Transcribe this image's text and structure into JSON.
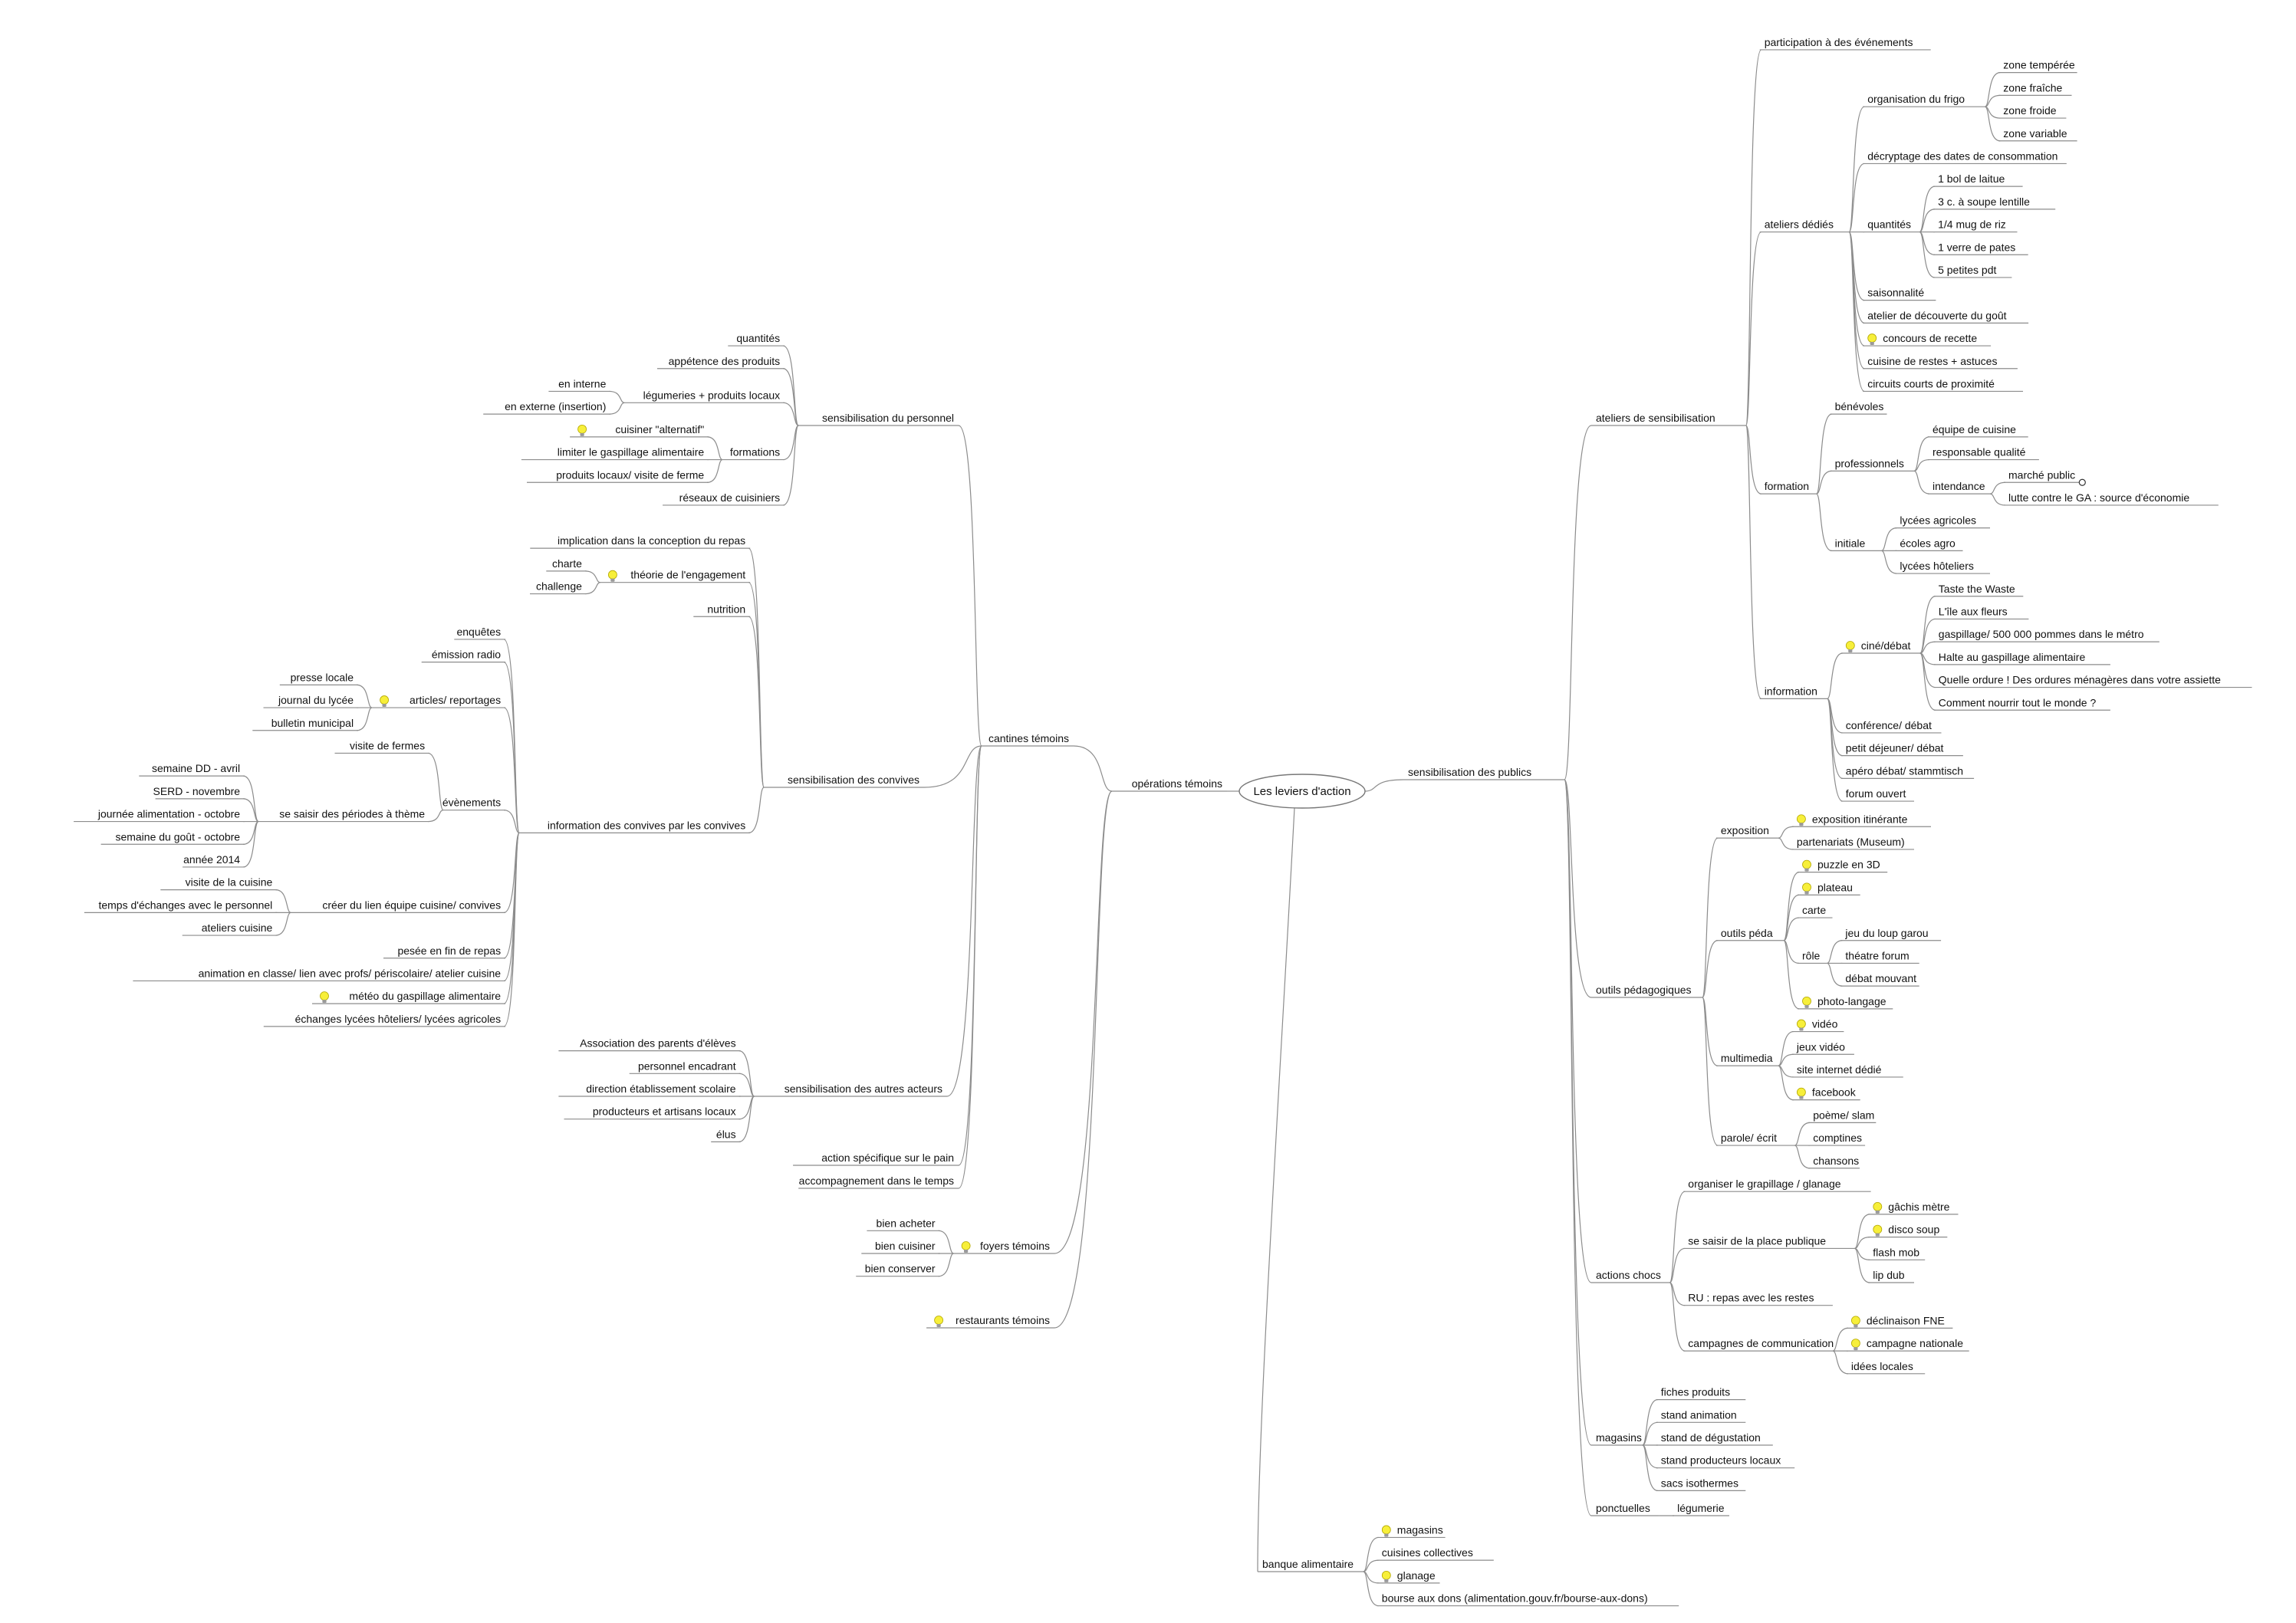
{
  "root": "Les leviers d'action",
  "left": [
    {
      "label": "opérations témoins",
      "children": [
        {
          "label": "cantines témoins",
          "children": [
            {
              "label": "sensibilisation du personnel",
              "children": [
                {
                  "label": "quantités"
                },
                {
                  "label": "appétence des produits"
                },
                {
                  "label": "légumeries + produits locaux",
                  "children": [
                    {
                      "label": "en interne"
                    },
                    {
                      "label": "en externe (insertion)"
                    }
                  ]
                },
                {
                  "label": "formations",
                  "children": [
                    {
                      "label": "cuisiner \"alternatif\"",
                      "icon": "lightbulb-icon"
                    },
                    {
                      "label": "limiter le gaspillage alimentaire"
                    },
                    {
                      "label": "produits locaux/ visite de ferme"
                    }
                  ]
                },
                {
                  "label": "réseaux de cuisiniers"
                }
              ]
            },
            {
              "label": "sensibilisation des convives",
              "children": [
                {
                  "label": "implication dans la conception du repas"
                },
                {
                  "label": "théorie de l'engagement",
                  "icon": "lightbulb-icon",
                  "children": [
                    {
                      "label": "charte"
                    },
                    {
                      "label": "challenge"
                    }
                  ]
                },
                {
                  "label": "nutrition"
                },
                {
                  "label": "information des convives par les convives",
                  "children": [
                    {
                      "label": "enquêtes"
                    },
                    {
                      "label": "émission radio"
                    },
                    {
                      "label": "articles/ reportages",
                      "icon": "lightbulb-icon",
                      "children": [
                        {
                          "label": "presse locale"
                        },
                        {
                          "label": "journal du lycée"
                        },
                        {
                          "label": "bulletin municipal"
                        }
                      ]
                    },
                    {
                      "label": "évènements",
                      "children": [
                        {
                          "label": "visite de fermes"
                        },
                        {
                          "label": "se saisir des périodes à thème",
                          "children": [
                            {
                              "label": "semaine DD - avril"
                            },
                            {
                              "label": "SERD - novembre"
                            },
                            {
                              "label": "journée alimentation - octobre"
                            },
                            {
                              "label": "semaine du goût - octobre"
                            },
                            {
                              "label": "année 2014"
                            }
                          ]
                        }
                      ]
                    },
                    {
                      "label": "créer du lien équipe cuisine/ convives",
                      "children": [
                        {
                          "label": "visite de la cuisine"
                        },
                        {
                          "label": "temps d'échanges avec le personnel"
                        },
                        {
                          "label": "ateliers cuisine"
                        }
                      ]
                    },
                    {
                      "label": "pesée en fin de repas"
                    },
                    {
                      "label": "animation en classe/ lien avec profs/ périscolaire/ atelier cuisine"
                    },
                    {
                      "label": "météo du gaspillage alimentaire",
                      "icon": "lightbulb-icon"
                    },
                    {
                      "label": "échanges lycées hôteliers/ lycées agricoles"
                    }
                  ]
                }
              ]
            },
            {
              "label": "sensibilisation des autres acteurs",
              "children": [
                {
                  "label": "Association des parents d'élèves"
                },
                {
                  "label": "personnel encadrant"
                },
                {
                  "label": "direction établissement scolaire"
                },
                {
                  "label": "producteurs  et artisans locaux"
                },
                {
                  "label": "élus"
                }
              ]
            },
            {
              "label": "action spécifique sur le pain"
            },
            {
              "label": "accompagnement dans le temps"
            }
          ]
        },
        {
          "label": "foyers témoins",
          "icon": "lightbulb-icon",
          "children": [
            {
              "label": "bien acheter"
            },
            {
              "label": "bien cuisiner"
            },
            {
              "label": "bien conserver"
            }
          ]
        },
        {
          "label": "restaurants témoins",
          "icon": "lightbulb-icon"
        }
      ]
    }
  ],
  "right": [
    {
      "label": "sensibilisation des publics",
      "children": [
        {
          "label": "ateliers de sensibilisation",
          "children": [
            {
              "label": "participation à des événements"
            },
            {
              "label": "ateliers dédiés",
              "children": [
                {
                  "label": "organisation du frigo",
                  "children": [
                    {
                      "label": "zone tempérée"
                    },
                    {
                      "label": "zone fraîche"
                    },
                    {
                      "label": "zone froide"
                    },
                    {
                      "label": "zone variable"
                    }
                  ]
                },
                {
                  "label": "décryptage des dates de consommation"
                },
                {
                  "label": "quantités",
                  "children": [
                    {
                      "label": "1 bol de laitue"
                    },
                    {
                      "label": "3 c. à soupe lentille"
                    },
                    {
                      "label": "1/4 mug de riz"
                    },
                    {
                      "label": "1 verre de pates"
                    },
                    {
                      "label": "5 petites pdt"
                    }
                  ]
                },
                {
                  "label": "saisonnalité"
                },
                {
                  "label": "atelier de découverte du goût"
                },
                {
                  "label": "concours de recette",
                  "icon": "lightbulb-icon"
                },
                {
                  "label": "cuisine de restes + astuces"
                },
                {
                  "label": "circuits courts de proximité"
                }
              ]
            },
            {
              "label": "formation",
              "children": [
                {
                  "label": "bénévoles"
                },
                {
                  "label": "professionnels",
                  "children": [
                    {
                      "label": "équipe de cuisine"
                    },
                    {
                      "label": "responsable qualité"
                    },
                    {
                      "label": "intendance",
                      "children": [
                        {
                          "label": "marché public",
                          "collapsed": true
                        },
                        {
                          "label": "lutte contre le GA : source d'économie"
                        }
                      ]
                    }
                  ]
                },
                {
                  "label": "initiale",
                  "children": [
                    {
                      "label": "lycées agricoles"
                    },
                    {
                      "label": "écoles agro"
                    },
                    {
                      "label": "lycées hôteliers"
                    }
                  ]
                }
              ]
            },
            {
              "label": "information",
              "children": [
                {
                  "label": "ciné/débat",
                  "icon": "lightbulb-icon",
                  "children": [
                    {
                      "label": "Taste the Waste"
                    },
                    {
                      "label": "L'île aux fleurs"
                    },
                    {
                      "label": "gaspillage/ 500 000 pommes dans le métro"
                    },
                    {
                      "label": "Halte au gaspillage alimentaire"
                    },
                    {
                      "label": "Quelle ordure ! Des ordures ménagères dans votre assiette"
                    },
                    {
                      "label": "Comment nourrir tout le monde ?"
                    }
                  ]
                },
                {
                  "label": "conférence/ débat"
                },
                {
                  "label": "petit déjeuner/ débat"
                },
                {
                  "label": "apéro débat/ stammtisch"
                },
                {
                  "label": "forum ouvert"
                }
              ]
            }
          ]
        },
        {
          "label": "outils pédagogiques",
          "children": [
            {
              "label": "exposition",
              "children": [
                {
                  "label": "exposition itinérante",
                  "icon": "lightbulb-icon"
                },
                {
                  "label": "partenariats (Museum)"
                }
              ]
            },
            {
              "label": "outils péda",
              "children": [
                {
                  "label": "puzzle en 3D",
                  "icon": "lightbulb-icon"
                },
                {
                  "label": "plateau",
                  "icon": "lightbulb-icon"
                },
                {
                  "label": "carte"
                },
                {
                  "label": "rôle",
                  "children": [
                    {
                      "label": "jeu du loup garou"
                    },
                    {
                      "label": "théatre forum"
                    },
                    {
                      "label": "débat mouvant"
                    }
                  ]
                },
                {
                  "label": "photo-langage",
                  "icon": "lightbulb-icon"
                }
              ]
            },
            {
              "label": "multimedia",
              "children": [
                {
                  "label": "vidéo",
                  "icon": "lightbulb-icon"
                },
                {
                  "label": "jeux vidéo"
                },
                {
                  "label": "site internet dédié"
                },
                {
                  "label": "facebook",
                  "icon": "lightbulb-icon"
                }
              ]
            },
            {
              "label": "parole/ écrit",
              "children": [
                {
                  "label": "poème/ slam"
                },
                {
                  "label": "comptines"
                },
                {
                  "label": "chansons"
                }
              ]
            }
          ]
        },
        {
          "label": "actions chocs",
          "children": [
            {
              "label": "organiser le grapillage / glanage"
            },
            {
              "label": "se saisir de la place publique",
              "children": [
                {
                  "label": "gâchis mètre",
                  "icon": "lightbulb-icon"
                },
                {
                  "label": "disco soup",
                  "icon": "lightbulb-icon"
                },
                {
                  "label": "flash mob"
                },
                {
                  "label": "lip dub"
                }
              ]
            },
            {
              "label": "RU : repas avec les restes"
            },
            {
              "label": "campagnes de communication",
              "children": [
                {
                  "label": "déclinaison FNE",
                  "icon": "lightbulb-icon"
                },
                {
                  "label": "campagne nationale",
                  "icon": "lightbulb-icon"
                },
                {
                  "label": "idées locales"
                }
              ]
            }
          ]
        },
        {
          "label": "magasins",
          "children": [
            {
              "label": "fiches produits"
            },
            {
              "label": "stand animation"
            },
            {
              "label": "stand de dégustation"
            },
            {
              "label": "stand producteurs locaux"
            },
            {
              "label": "sacs isothermes"
            }
          ]
        },
        {
          "label": "ponctuelles",
          "children": [
            {
              "label": "légumerie"
            }
          ]
        }
      ]
    }
  ],
  "bottom": [
    {
      "label": "banque alimentaire",
      "children": [
        {
          "label": "magasins",
          "icon": "lightbulb-icon"
        },
        {
          "label": "cuisines collectives"
        },
        {
          "label": "glanage",
          "icon": "lightbulb-icon"
        },
        {
          "label": "bourse aux dons (alimentation.gouv.fr/bourse-aux-dons)"
        }
      ]
    }
  ]
}
